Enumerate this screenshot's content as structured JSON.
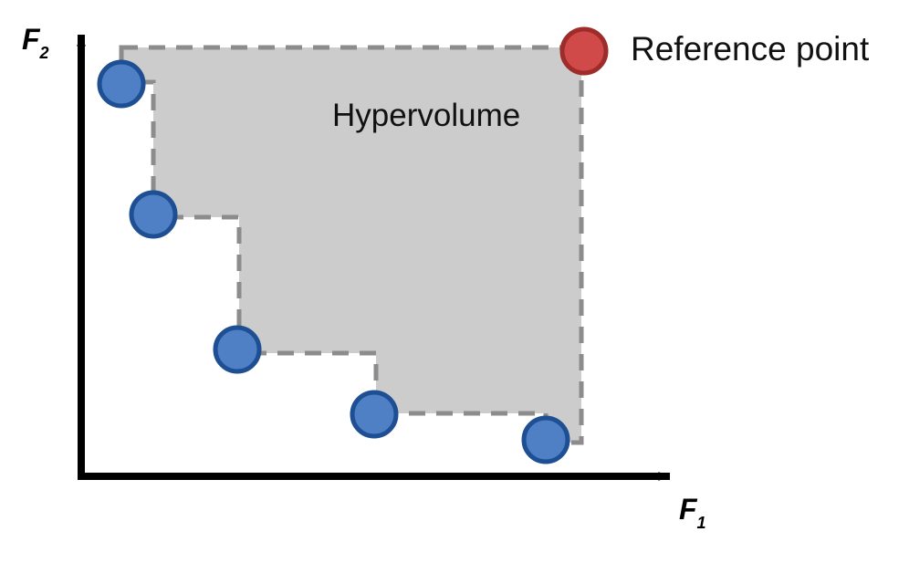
{
  "labels": {
    "region": "Hypervolume",
    "reference": "Reference point",
    "x_axis_base": "F",
    "x_axis_sub": "1",
    "y_axis_base": "F",
    "y_axis_sub": "2"
  },
  "colors": {
    "region_fill": "#cccccc",
    "boundary": "#8c8c8c",
    "pareto_fill": "#4f7fc5",
    "pareto_stroke": "#1f4f93",
    "reference_fill": "#cf4a48",
    "reference_stroke": "#9d2c2b",
    "axis": "#000000"
  },
  "points": {
    "pareto_count": 5,
    "reference_count": 1
  }
}
